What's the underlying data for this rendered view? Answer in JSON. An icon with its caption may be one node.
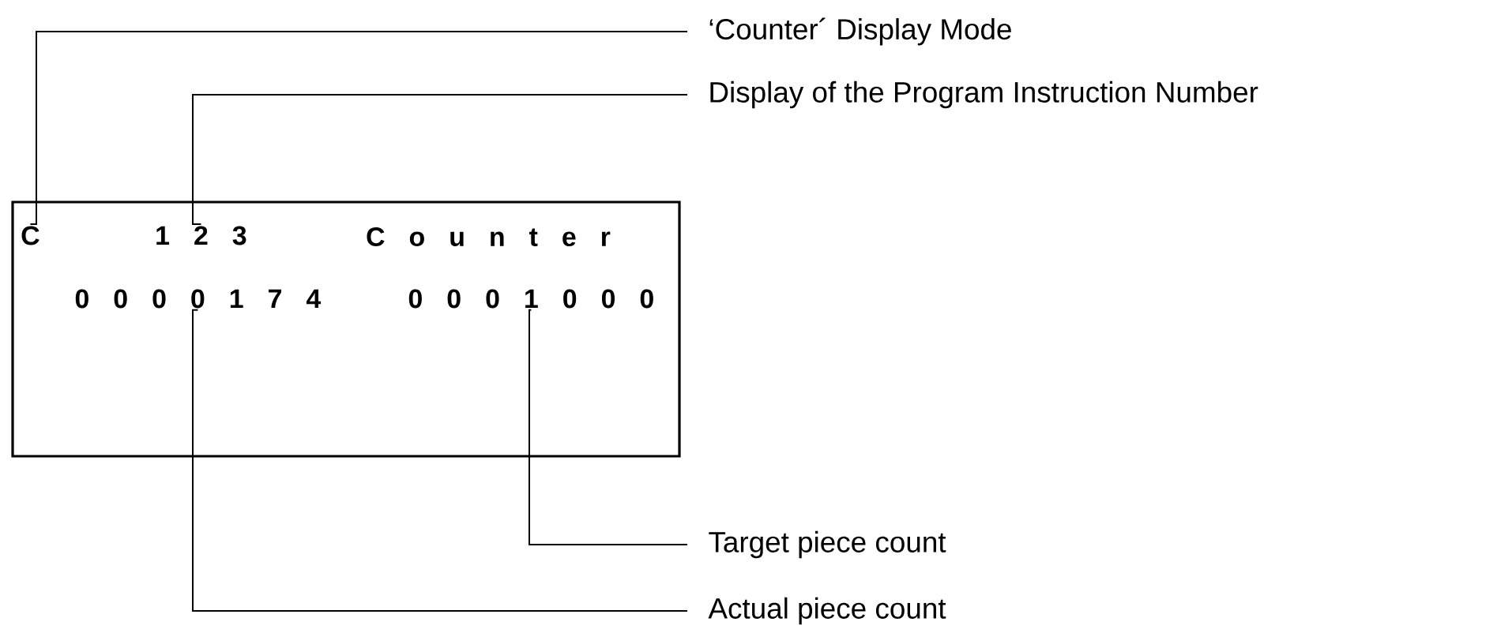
{
  "diagram": {
    "nodes": [
      {
        "text": [],
        "shape": "box"
      },
      {
        "text": [
          "C"
        ],
        "in": 0
      },
      {
        "text": [
          "1 2 3"
        ],
        "in": 0
      },
      {
        "text": [
          "0 0 0 0 1 7 4"
        ],
        "in": 0
      },
      {
        "text": [
          "0 0 0 1 0 0 0"
        ],
        "in": 0
      },
      {
        "text": [
          "‘Counter´ Display Mode"
        ]
      },
      {
        "text": [
          "Display of the Program Instruction Number"
        ]
      },
      {
        "text": [
          "Target piece count"
        ]
      },
      {
        "text": [
          "Actual piece count"
        ]
      }
    ],
    "edges": [
      {
        "from": 5,
        "to": 1,
        "arrow": "none"
      },
      {
        "from": 6,
        "to": 2,
        "arrow": "none"
      },
      {
        "from": 7,
        "to": 4,
        "arrow": "none"
      },
      {
        "from": 8,
        "to": 3,
        "arrow": "none"
      }
    ],
    "labels": [
      "C o u n t e r"
    ]
  }
}
